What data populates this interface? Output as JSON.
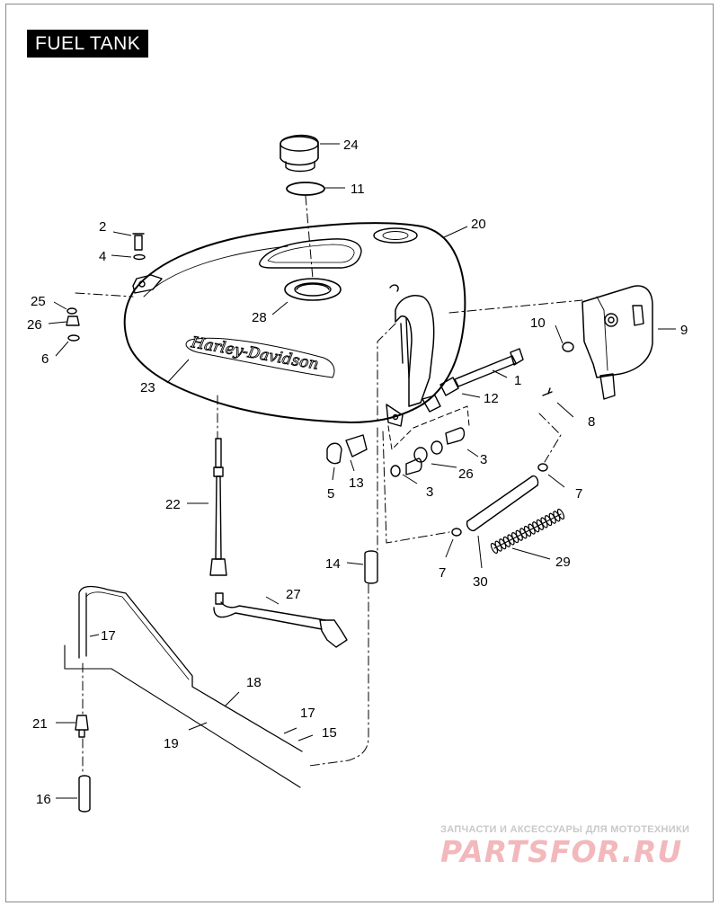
{
  "title": "FUEL TANK",
  "watermark": {
    "line1": "ЗАПЧАСТИ И АКСЕССУАРЫ ДЛЯ МОТОТЕХНИКИ",
    "logo": "PARTSFOR.RU"
  },
  "tank_logo_text": "Harley-Davidson",
  "callouts": [
    {
      "id": "24",
      "label": "24"
    },
    {
      "id": "11",
      "label": "11"
    },
    {
      "id": "20",
      "label": "20"
    },
    {
      "id": "2",
      "label": "2"
    },
    {
      "id": "4",
      "label": "4"
    },
    {
      "id": "25",
      "label": "25"
    },
    {
      "id": "26a",
      "label": "26"
    },
    {
      "id": "6",
      "label": "6"
    },
    {
      "id": "28",
      "label": "28"
    },
    {
      "id": "10",
      "label": "10"
    },
    {
      "id": "9",
      "label": "9"
    },
    {
      "id": "1",
      "label": "1"
    },
    {
      "id": "23",
      "label": "23"
    },
    {
      "id": "12",
      "label": "12"
    },
    {
      "id": "8",
      "label": "8"
    },
    {
      "id": "3a",
      "label": "3"
    },
    {
      "id": "26b",
      "label": "26"
    },
    {
      "id": "5",
      "label": "5"
    },
    {
      "id": "13",
      "label": "13"
    },
    {
      "id": "3b",
      "label": "3"
    },
    {
      "id": "7a",
      "label": "7"
    },
    {
      "id": "22",
      "label": "22"
    },
    {
      "id": "14",
      "label": "14"
    },
    {
      "id": "7b",
      "label": "7"
    },
    {
      "id": "30",
      "label": "30"
    },
    {
      "id": "29",
      "label": "29"
    },
    {
      "id": "27",
      "label": "27"
    },
    {
      "id": "17a",
      "label": "17"
    },
    {
      "id": "18",
      "label": "18"
    },
    {
      "id": "17b",
      "label": "17"
    },
    {
      "id": "21",
      "label": "21"
    },
    {
      "id": "15",
      "label": "15"
    },
    {
      "id": "19",
      "label": "19"
    },
    {
      "id": "16",
      "label": "16"
    }
  ]
}
